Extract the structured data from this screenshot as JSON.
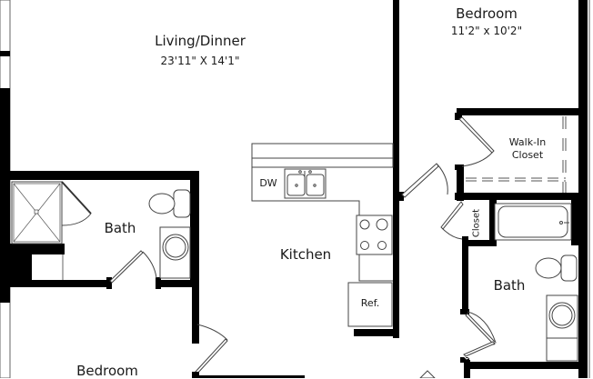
{
  "floorplan": {
    "rooms": [
      {
        "id": "living-dinner",
        "name": "Living/Dinner",
        "dimensions": "23'11\" X 14'1\""
      },
      {
        "id": "bedroom-top",
        "name": "Bedroom",
        "dimensions": "11'2\" x 10'2\""
      },
      {
        "id": "walk-in-closet",
        "name": "Walk-In\nCloset",
        "line1": "Walk-In",
        "line2": "Closet"
      },
      {
        "id": "bath-left",
        "name": "Bath"
      },
      {
        "id": "kitchen",
        "name": "Kitchen"
      },
      {
        "id": "closet",
        "name": "Closet"
      },
      {
        "id": "bath-right",
        "name": "Bath"
      },
      {
        "id": "bedroom-bottom",
        "name": "Bedroom"
      }
    ],
    "fixtures": {
      "dishwasher": "DW",
      "refrigerator": "Ref."
    },
    "colors": {
      "wall": "#000000",
      "fixture_line": "#555555",
      "background": "#ffffff",
      "text": "#1a1a1a"
    }
  }
}
